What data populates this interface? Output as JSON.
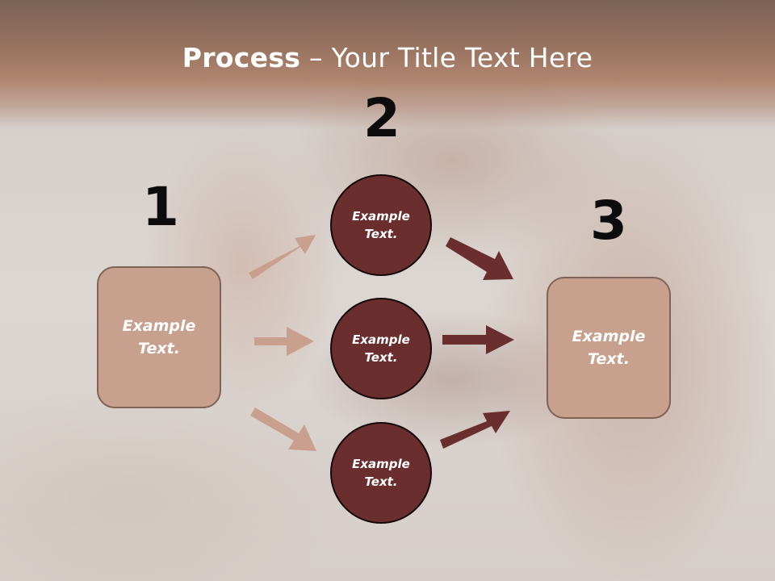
{
  "title": {
    "bold": "Process",
    "rest": " – Your Title Text Here"
  },
  "steps": {
    "one": "1",
    "two": "2",
    "three": "3"
  },
  "left_box": "Example Text.",
  "circles": [
    "Example Text.",
    "Example Text.",
    "Example Text."
  ],
  "right_box": "Example Text.",
  "colors": {
    "header": "#a47a66",
    "box_fill": "#c7a08e",
    "circle_fill": "#6b2e2f",
    "arrow_light": "#c9a08e",
    "arrow_dark": "#6b2e2f"
  }
}
